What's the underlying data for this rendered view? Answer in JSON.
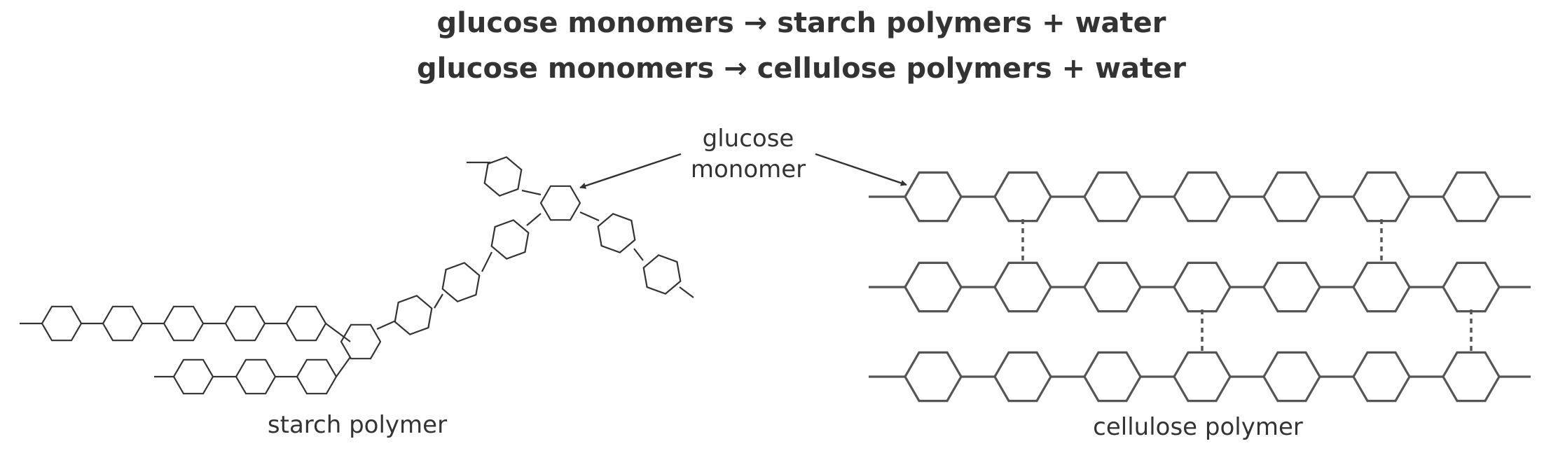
{
  "equations": {
    "starch": "glucose monomers → starch polymers + water",
    "cellulose": "glucose monomers → cellulose polymers + water"
  },
  "labels": {
    "glucose_monomer_line1": "glucose",
    "glucose_monomer_line2": "monomer",
    "starch_polymer": "starch polymer",
    "cellulose_polymer": "cellulose polymer"
  },
  "colors": {
    "text": "#333333",
    "starch_stroke": "#333333",
    "cellulose_stroke": "#555555",
    "arrow": "#333333"
  }
}
